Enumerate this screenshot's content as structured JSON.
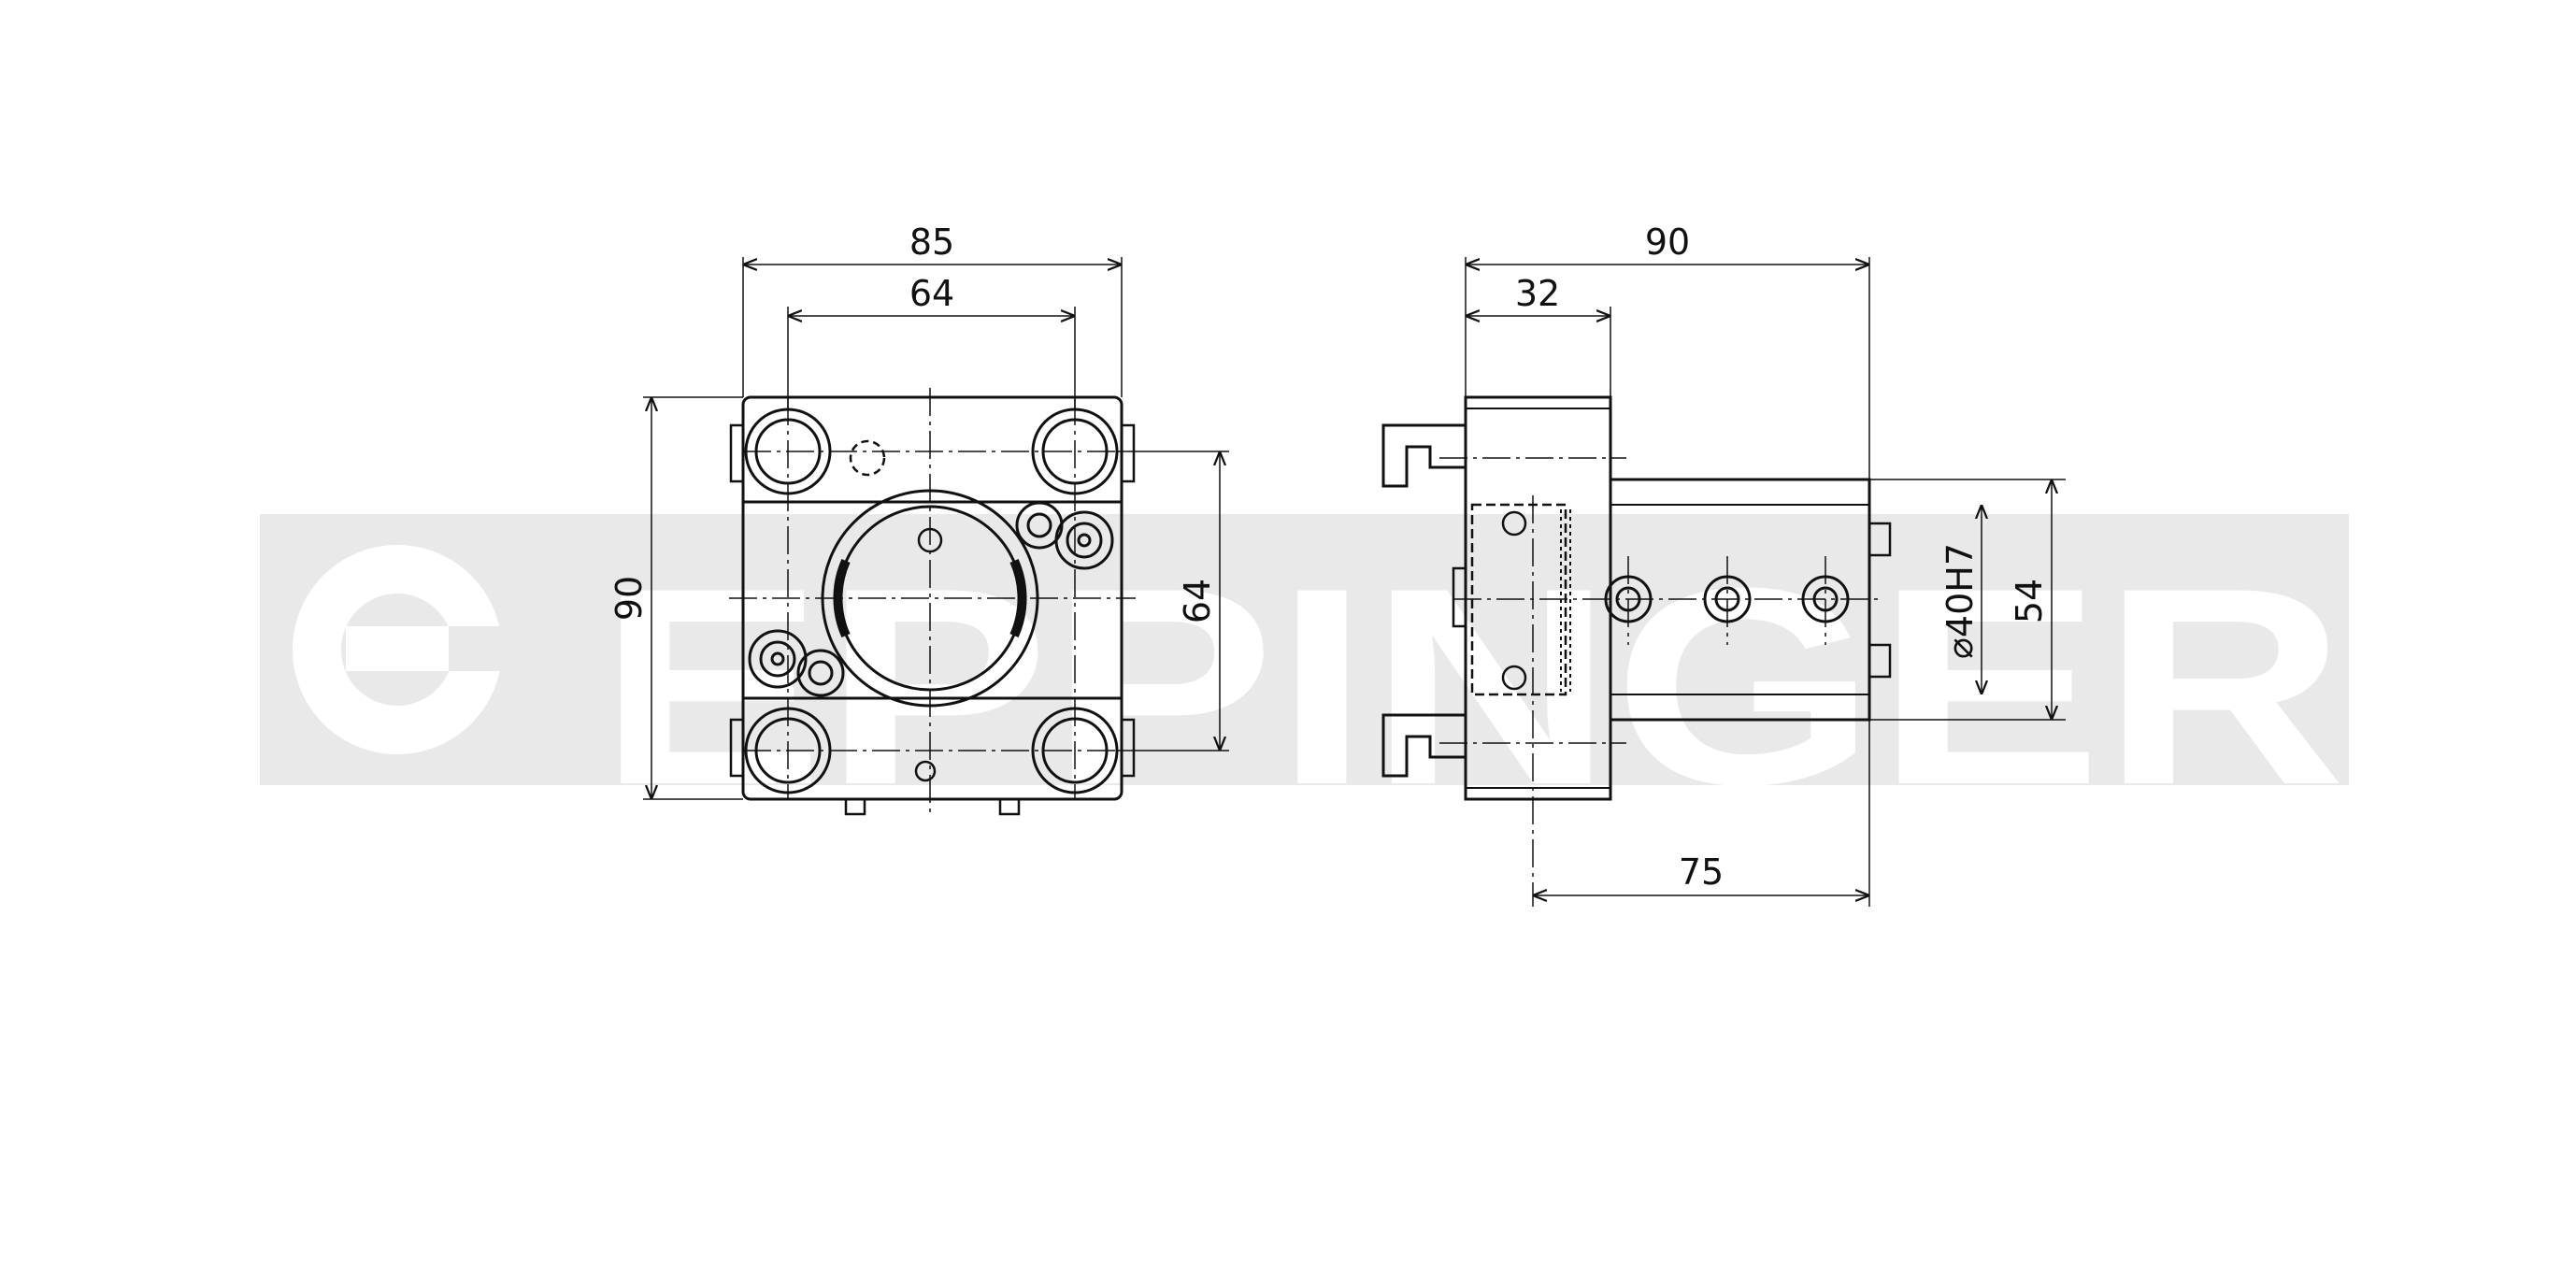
{
  "watermark": {
    "brand": "EPPINGER",
    "band_color": "#e9e9e9",
    "logo_icon": "eppinger-logo-icon"
  },
  "colors": {
    "line": "#111111",
    "background": "#ffffff"
  },
  "front_view": {
    "dimensions": {
      "overall_width": "85",
      "bolt_spacing_horizontal": "64",
      "overall_height": "90",
      "bolt_spacing_vertical": "64"
    }
  },
  "side_view": {
    "dimensions": {
      "overall_length": "90",
      "flange_thickness": "32",
      "bore_diameter": "⌀40H7",
      "shank_height": "54",
      "shank_length": "75"
    }
  }
}
